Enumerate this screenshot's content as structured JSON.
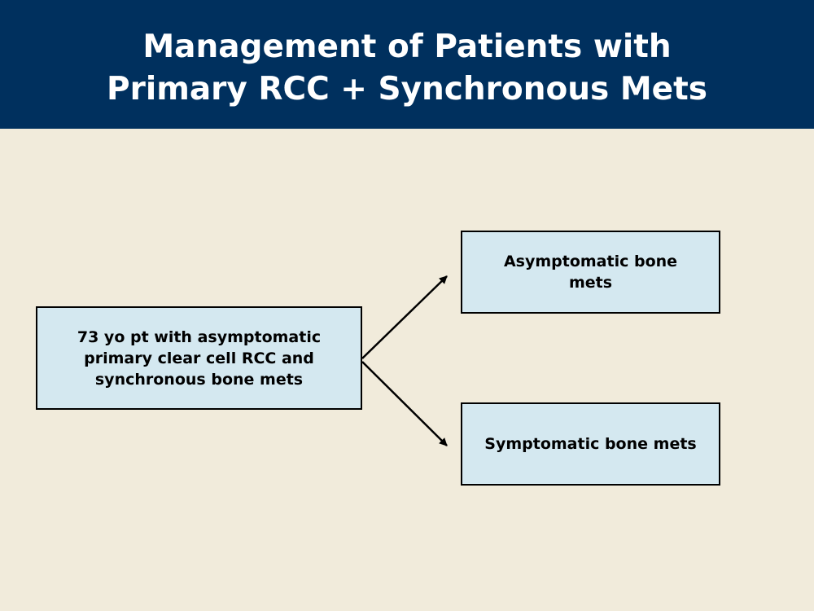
{
  "slide": {
    "title_line1": "Management of Patients with",
    "title_line2": "Primary RCC + Synchronous Mets"
  },
  "colors": {
    "header_bg": "#00305e",
    "slide_bg": "#f1ebdb",
    "box_fill": "#d4e8f0",
    "box_border": "#000000"
  },
  "flowchart": {
    "start_node": {
      "text": "73 yo pt with asymptomatic primary clear cell RCC and synchronous bone mets"
    },
    "branches": [
      {
        "text": "Asymptomatic bone mets"
      },
      {
        "text": "Symptomatic bone mets"
      }
    ]
  }
}
